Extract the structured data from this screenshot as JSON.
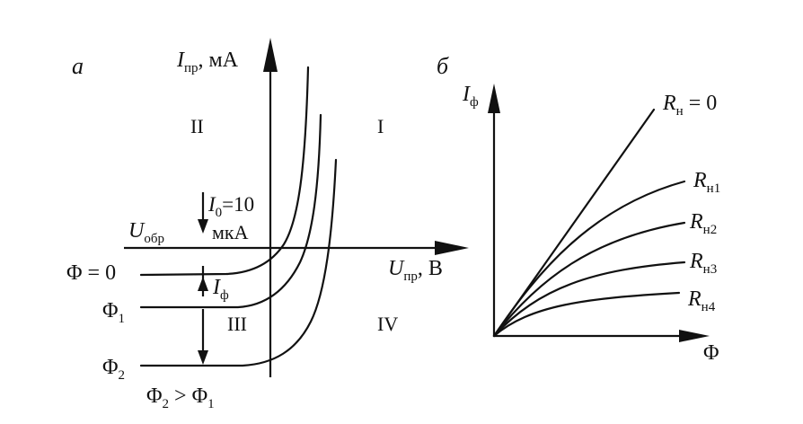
{
  "panel_a": {
    "label": "а",
    "y_axis": {
      "var": "I",
      "sub": "пр",
      "unit": ", мА"
    },
    "x_axis": {
      "var": "U",
      "sub": "пр",
      "unit": ", В"
    },
    "reverse_voltage": {
      "var": "U",
      "sub": "обр"
    },
    "quadrants": {
      "q1": "I",
      "q2": "II",
      "q3": "III",
      "q4": "IV"
    },
    "dark_current": {
      "var": "I",
      "sub": "0",
      "value": "=10",
      "unit": "мкА"
    },
    "photo_current": {
      "var": "I",
      "sub": "ф"
    },
    "flux_zero": "Φ = 0",
    "flux_1": {
      "base": "Φ",
      "sub": "1"
    },
    "flux_2": {
      "base": "Φ",
      "sub": "2"
    },
    "flux_relation": {
      "a": "Φ",
      "a_sub": "2",
      "op": " > ",
      "b": "Φ",
      "b_sub": "1"
    }
  },
  "panel_b": {
    "label": "б",
    "y_axis": {
      "var": "I",
      "sub": "ф"
    },
    "x_axis": {
      "var": "Φ"
    },
    "loads": [
      {
        "var": "R",
        "sub": "н",
        "suffix": " = 0"
      },
      {
        "var": "R",
        "sub": "н1",
        "suffix": ""
      },
      {
        "var": "R",
        "sub": "н2",
        "suffix": ""
      },
      {
        "var": "R",
        "sub": "н3",
        "suffix": ""
      },
      {
        "var": "R",
        "sub": "н4",
        "suffix": ""
      }
    ]
  }
}
